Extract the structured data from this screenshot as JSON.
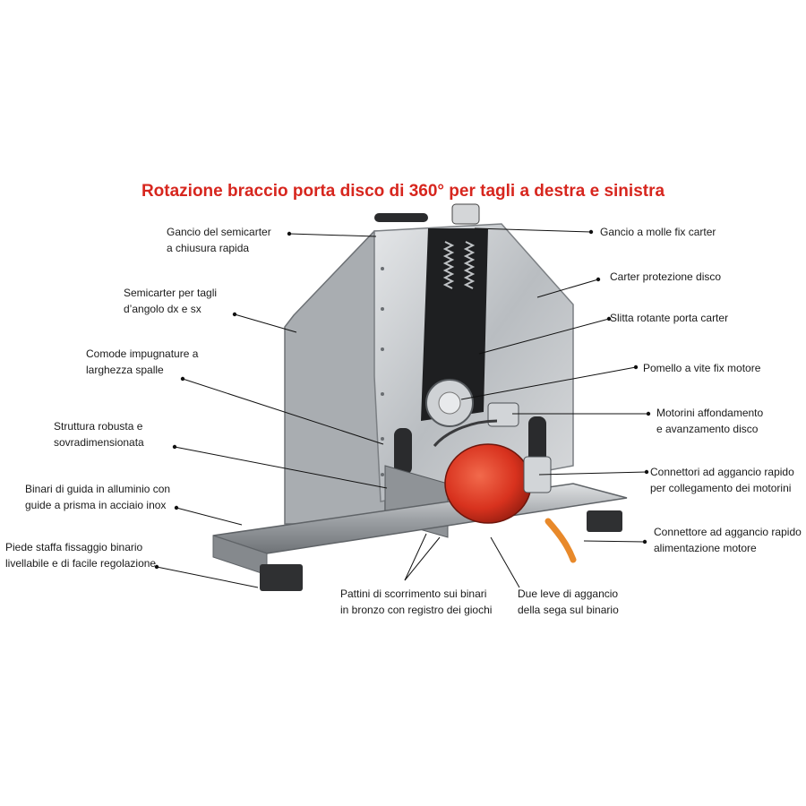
{
  "title": "Rotazione braccio porta disco di 360° per tagli a destra e sinistra",
  "colors": {
    "title": "#d7261e",
    "motor": "#d8321e",
    "plate": "#c9cccf",
    "rail": "#a9adb1",
    "leader": "#111111"
  },
  "labels": {
    "gancio_semicarter": [
      "Gancio del semicarter",
      "a chiusura rapida"
    ],
    "gancio_molle": [
      "Gancio a molle fix carter"
    ],
    "semicarter_tagli": [
      "Semicarter per tagli",
      "d’angolo dx e sx"
    ],
    "carter_protezione": [
      "Carter protezione disco"
    ],
    "slitta_rotante": [
      "Slitta rotante porta carter"
    ],
    "impugnature": [
      "Comode impugnature a",
      "larghezza spalle"
    ],
    "pomello": [
      "Pomello a vite fix motore"
    ],
    "motorini": [
      "Motorini  affondamento",
      "e avanzamento disco"
    ],
    "struttura": [
      "Struttura robusta e",
      "sovradimensionata"
    ],
    "connettori_motorini": [
      "Connettori ad aggancio rapido",
      "per collegamento dei motorini"
    ],
    "binari": [
      "Binari di guida in alluminio con",
      "guide a prisma in acciaio inox"
    ],
    "connettore_motore": [
      "Connettore ad aggancio rapido",
      "alimentazione motore"
    ],
    "piede": [
      "Piede staffa fissaggio binario",
      "livellabile e di facile regolazione"
    ],
    "pattini": [
      "Pattini di scorrimento sui binari",
      "in bronzo con registro dei giochi"
    ],
    "leve": [
      "Due leve di aggancio",
      "della sega sul binario"
    ]
  }
}
